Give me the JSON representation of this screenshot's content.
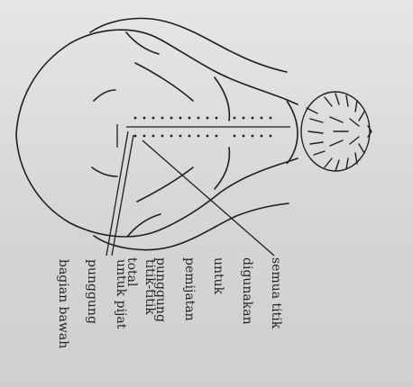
{
  "labels": {
    "all_points": {
      "lines": [
        "semua titik",
        "digunakan",
        "untuk",
        "pemijatan",
        "punggung",
        "total"
      ]
    },
    "lower_back_points": {
      "lines": [
        "titik-titik",
        "untuk pijat",
        "punggung",
        "bagian bawah"
      ]
    }
  },
  "colors": {
    "ink": "#222222",
    "paper": "#d9d9d7"
  }
}
